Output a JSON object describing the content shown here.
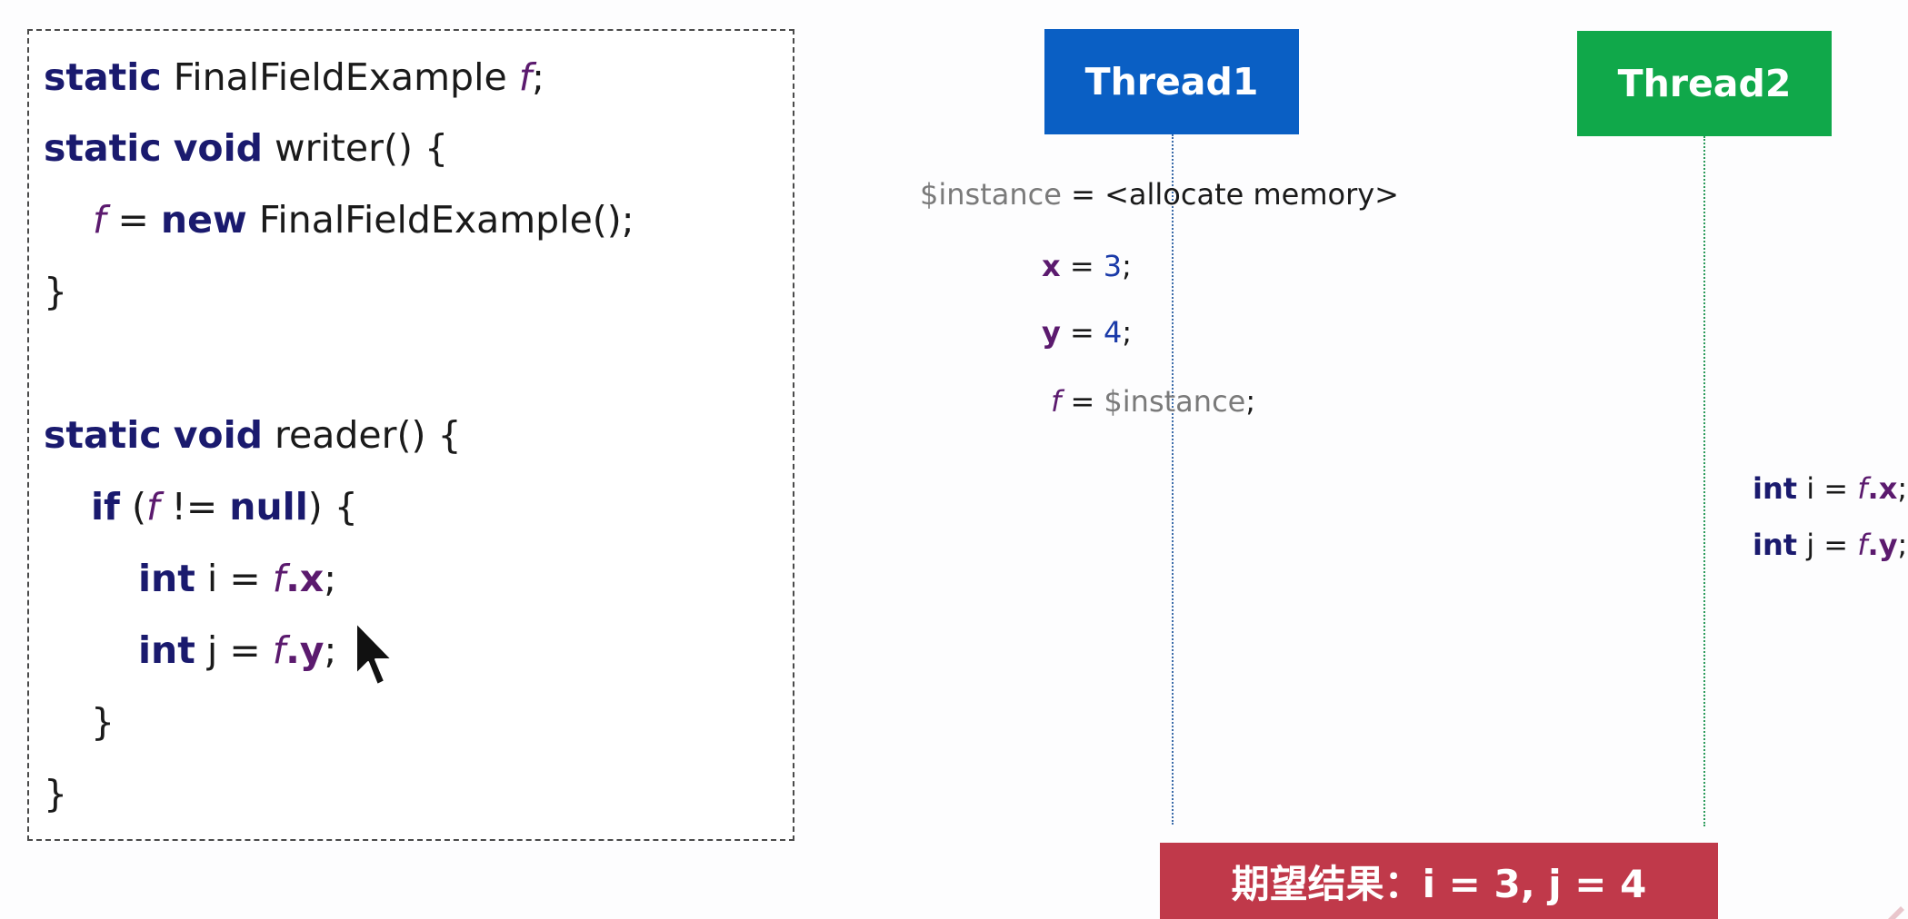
{
  "code": {
    "line1": {
      "kw": "static",
      "type": "FinalFieldExample",
      "var": "f",
      "end": ";"
    },
    "line2": {
      "kw1": "static",
      "kw2": "void",
      "rest": "writer() {"
    },
    "line3": {
      "var": "f",
      "eq": "=",
      "kw": "new",
      "rest": "FinalFieldExample();"
    },
    "line4": {
      "brace": "}"
    },
    "line5": {
      "kw1": "static",
      "kw2": "void",
      "rest": "reader() {"
    },
    "line6": {
      "kw": "if",
      "open": "(",
      "var": "f",
      "neq": "!=",
      "kw2": "null",
      "close": ") {"
    },
    "line7": {
      "kw": "int",
      "name": "i",
      "eq": "=",
      "var": "f",
      "field": ".x",
      "end": ";"
    },
    "line8": {
      "kw": "int",
      "name": "j",
      "eq": "=",
      "var": "f",
      "field": ".y",
      "end": ";"
    },
    "line9": {
      "brace": "}"
    },
    "line10": {
      "brace": "}"
    }
  },
  "threads": {
    "thread1": {
      "label": "Thread1",
      "color": "#0a5fc4"
    },
    "thread2": {
      "label": "Thread2",
      "color": "#10a84a"
    }
  },
  "thread1_ops": {
    "op1": {
      "lhs": "$instance",
      "eq": "=",
      "rhs": "<allocate memory>"
    },
    "op2": {
      "lhs": "x",
      "eq": "=",
      "val": "3",
      "end": ";"
    },
    "op3": {
      "lhs": "y",
      "eq": "=",
      "val": "4",
      "end": ";"
    },
    "op4": {
      "lhs": "f",
      "eq": "=",
      "rhs": "$instance",
      "end": ";"
    }
  },
  "thread2_ops": {
    "op1": {
      "kw": "int",
      "name": "i",
      "eq": "=",
      "var": "f",
      "field": ".x",
      "end": ";"
    },
    "op2": {
      "kw": "int",
      "name": "j",
      "eq": "=",
      "var": "f",
      "field": ".y",
      "end": ";"
    }
  },
  "result": {
    "label": "期望结果：i = 3, j = 4",
    "color": "#c0394a"
  }
}
